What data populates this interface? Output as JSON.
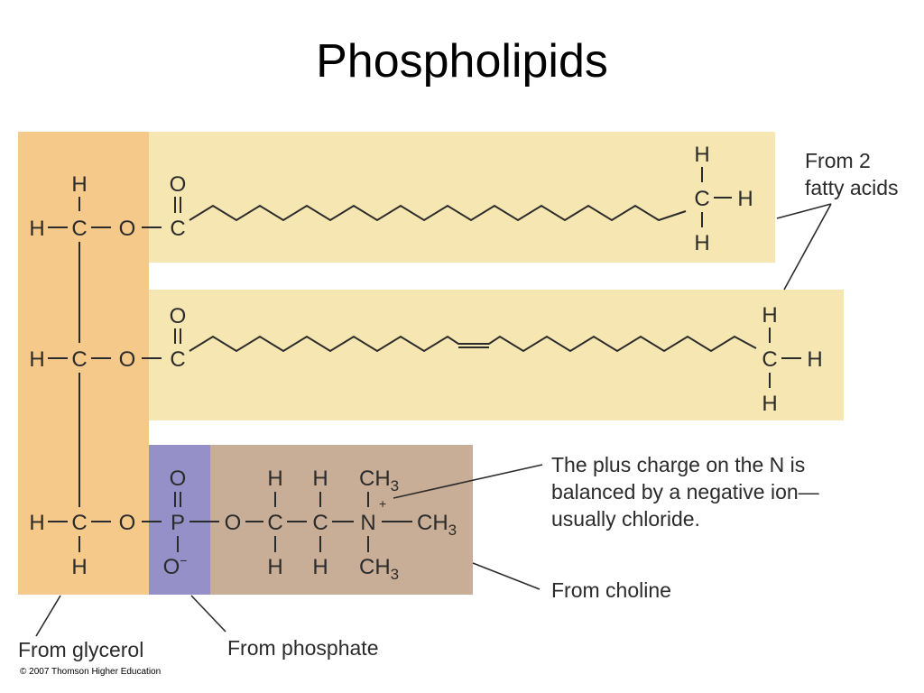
{
  "title": "Phospholipids",
  "colors": {
    "glycerol": "#f5c98a",
    "fatty_acid": "#f6e7b2",
    "phosphate": "#9690c8",
    "choline": "#c9ae97",
    "ink": "#2b2b2b"
  },
  "atoms": {
    "H": "H",
    "C": "C",
    "O": "O",
    "P": "P",
    "N": "N",
    "CH": "CH",
    "three": "3",
    "o_minus_sign": "−",
    "plus": "+"
  },
  "labels": {
    "fatty_acids_line1": "From 2",
    "fatty_acids_line2": "fatty acids",
    "charge_line1": "The plus charge on the N is",
    "charge_line2": "balanced by a negative ion—",
    "charge_line3": "usually chloride.",
    "choline": "From choline",
    "glycerol": "From glycerol",
    "phosphate": "From phosphate"
  },
  "credit": "© 2007 Thomson Higher Education"
}
